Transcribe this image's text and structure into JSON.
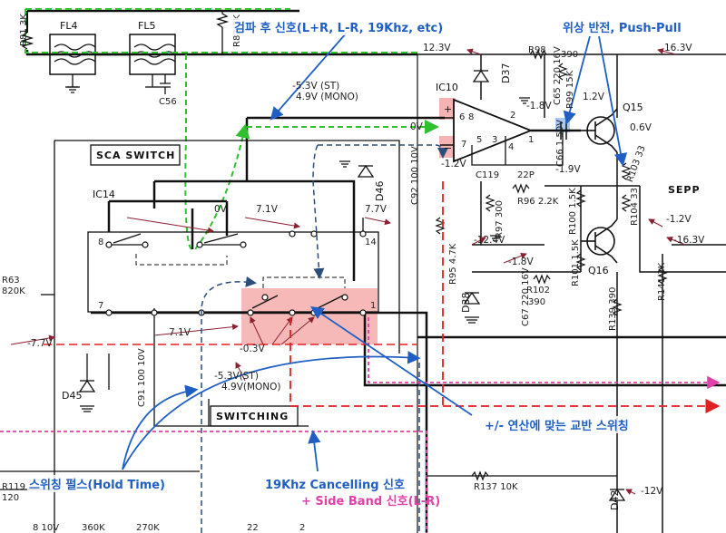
{
  "annotations": {
    "detect": "검파 후 신호(L+R, L-R, 19Khz, etc)",
    "phase": "위상 반전, Push-Pull",
    "commutate": "+/- 연산에 맞는 교반 스위칭",
    "pulse": "스위칭 펄스(Hold Time)",
    "cancel": "19Khz Cancelling 신호",
    "sideband": "+ Side Band 신호(L-R)"
  },
  "blocks": {
    "fl4": "FL4",
    "fl5": "FL5",
    "sca_switch": "SCA SWITCH",
    "switching": "SWITCHING",
    "ic14": "IC14",
    "ic10": "IC10",
    "sepp": "SEPP",
    "q15": "Q15",
    "q16": "Q16"
  },
  "components": {
    "r81": "R81 3K",
    "r82": "R82 3K",
    "c56": "C56",
    "r98": "R98",
    "r98_val": "390",
    "d37": "D37",
    "c65": "C65 220 16V",
    "r99": "R99 15K",
    "c66": "C66 1 50V",
    "c119": "C119",
    "c119_val": "22P",
    "r96": "R96 2.2K",
    "r97": "R97 300",
    "d46": "D46",
    "c92": "C92 100 10V",
    "r95": "R95 4.7K",
    "d38": "D38",
    "c67": "C67 220 16V",
    "r102": "R102",
    "r102_val": "390",
    "r100": "R100 1.5K",
    "r101": "R101 1.5K",
    "r104": "R104 33",
    "r103": "R103 33",
    "r139": "R139 390",
    "r141": "R141 1K",
    "r63": "R63",
    "r63_val": "820K",
    "d45": "D45",
    "c91": "C91 100 10V",
    "r137": "R137 10K",
    "d42": "D42",
    "r119": "R119",
    "r119_val": "120",
    "bot1": "8 10V",
    "bot2": "360K",
    "bot3": "270K",
    "bot4": "22",
    "bot5": "2"
  },
  "pins": {
    "p8": "8",
    "p7": "7",
    "p14": "14",
    "p1": "1",
    "ic10_6": "6",
    "ic10_8": "8",
    "ic10_7": "7",
    "ic10_5": "5",
    "ic10_3": "3",
    "ic10_2": "2",
    "ic10_1": "1",
    "ic10_4": "4",
    "plus": "+",
    "minus": "−"
  },
  "voltages": {
    "v12_3": "12.3V",
    "v16_3": "16.3V",
    "st_top": "-5.3V (ST)",
    "mono_top": "4.9V (MONO)",
    "v0_ic10": "0V",
    "v1_8a": "-1.8V",
    "v1_2_ic10": "-1.2V",
    "v1_2_q15": "1.2V",
    "v0_6": "0.6V",
    "v1_9": "-1.9V",
    "v0_ic14": "0V",
    "v7_1a": "7.1V",
    "v7_7a": "7.7V",
    "v12_4": "-12.4V",
    "v1_8b": "-1.8V",
    "v1_2_sepp": "-1.2V",
    "v16_3n": "-16.3V",
    "v7_7b": "-7.7V",
    "v7_1b": "7.1V",
    "v0_3": "-0.3V",
    "st_bot": "-5.3V(ST)",
    "mono_bot": "4.9V(MONO)",
    "v12n": "-12V"
  },
  "colors": {
    "annotation_blue": "#1f5fc4",
    "green_path": "#2ec02e",
    "pink_dashed": "#e040a8",
    "red_path": "#e02020",
    "highlight_red": "#f07070",
    "highlight_blue": "#9fc3ef"
  }
}
